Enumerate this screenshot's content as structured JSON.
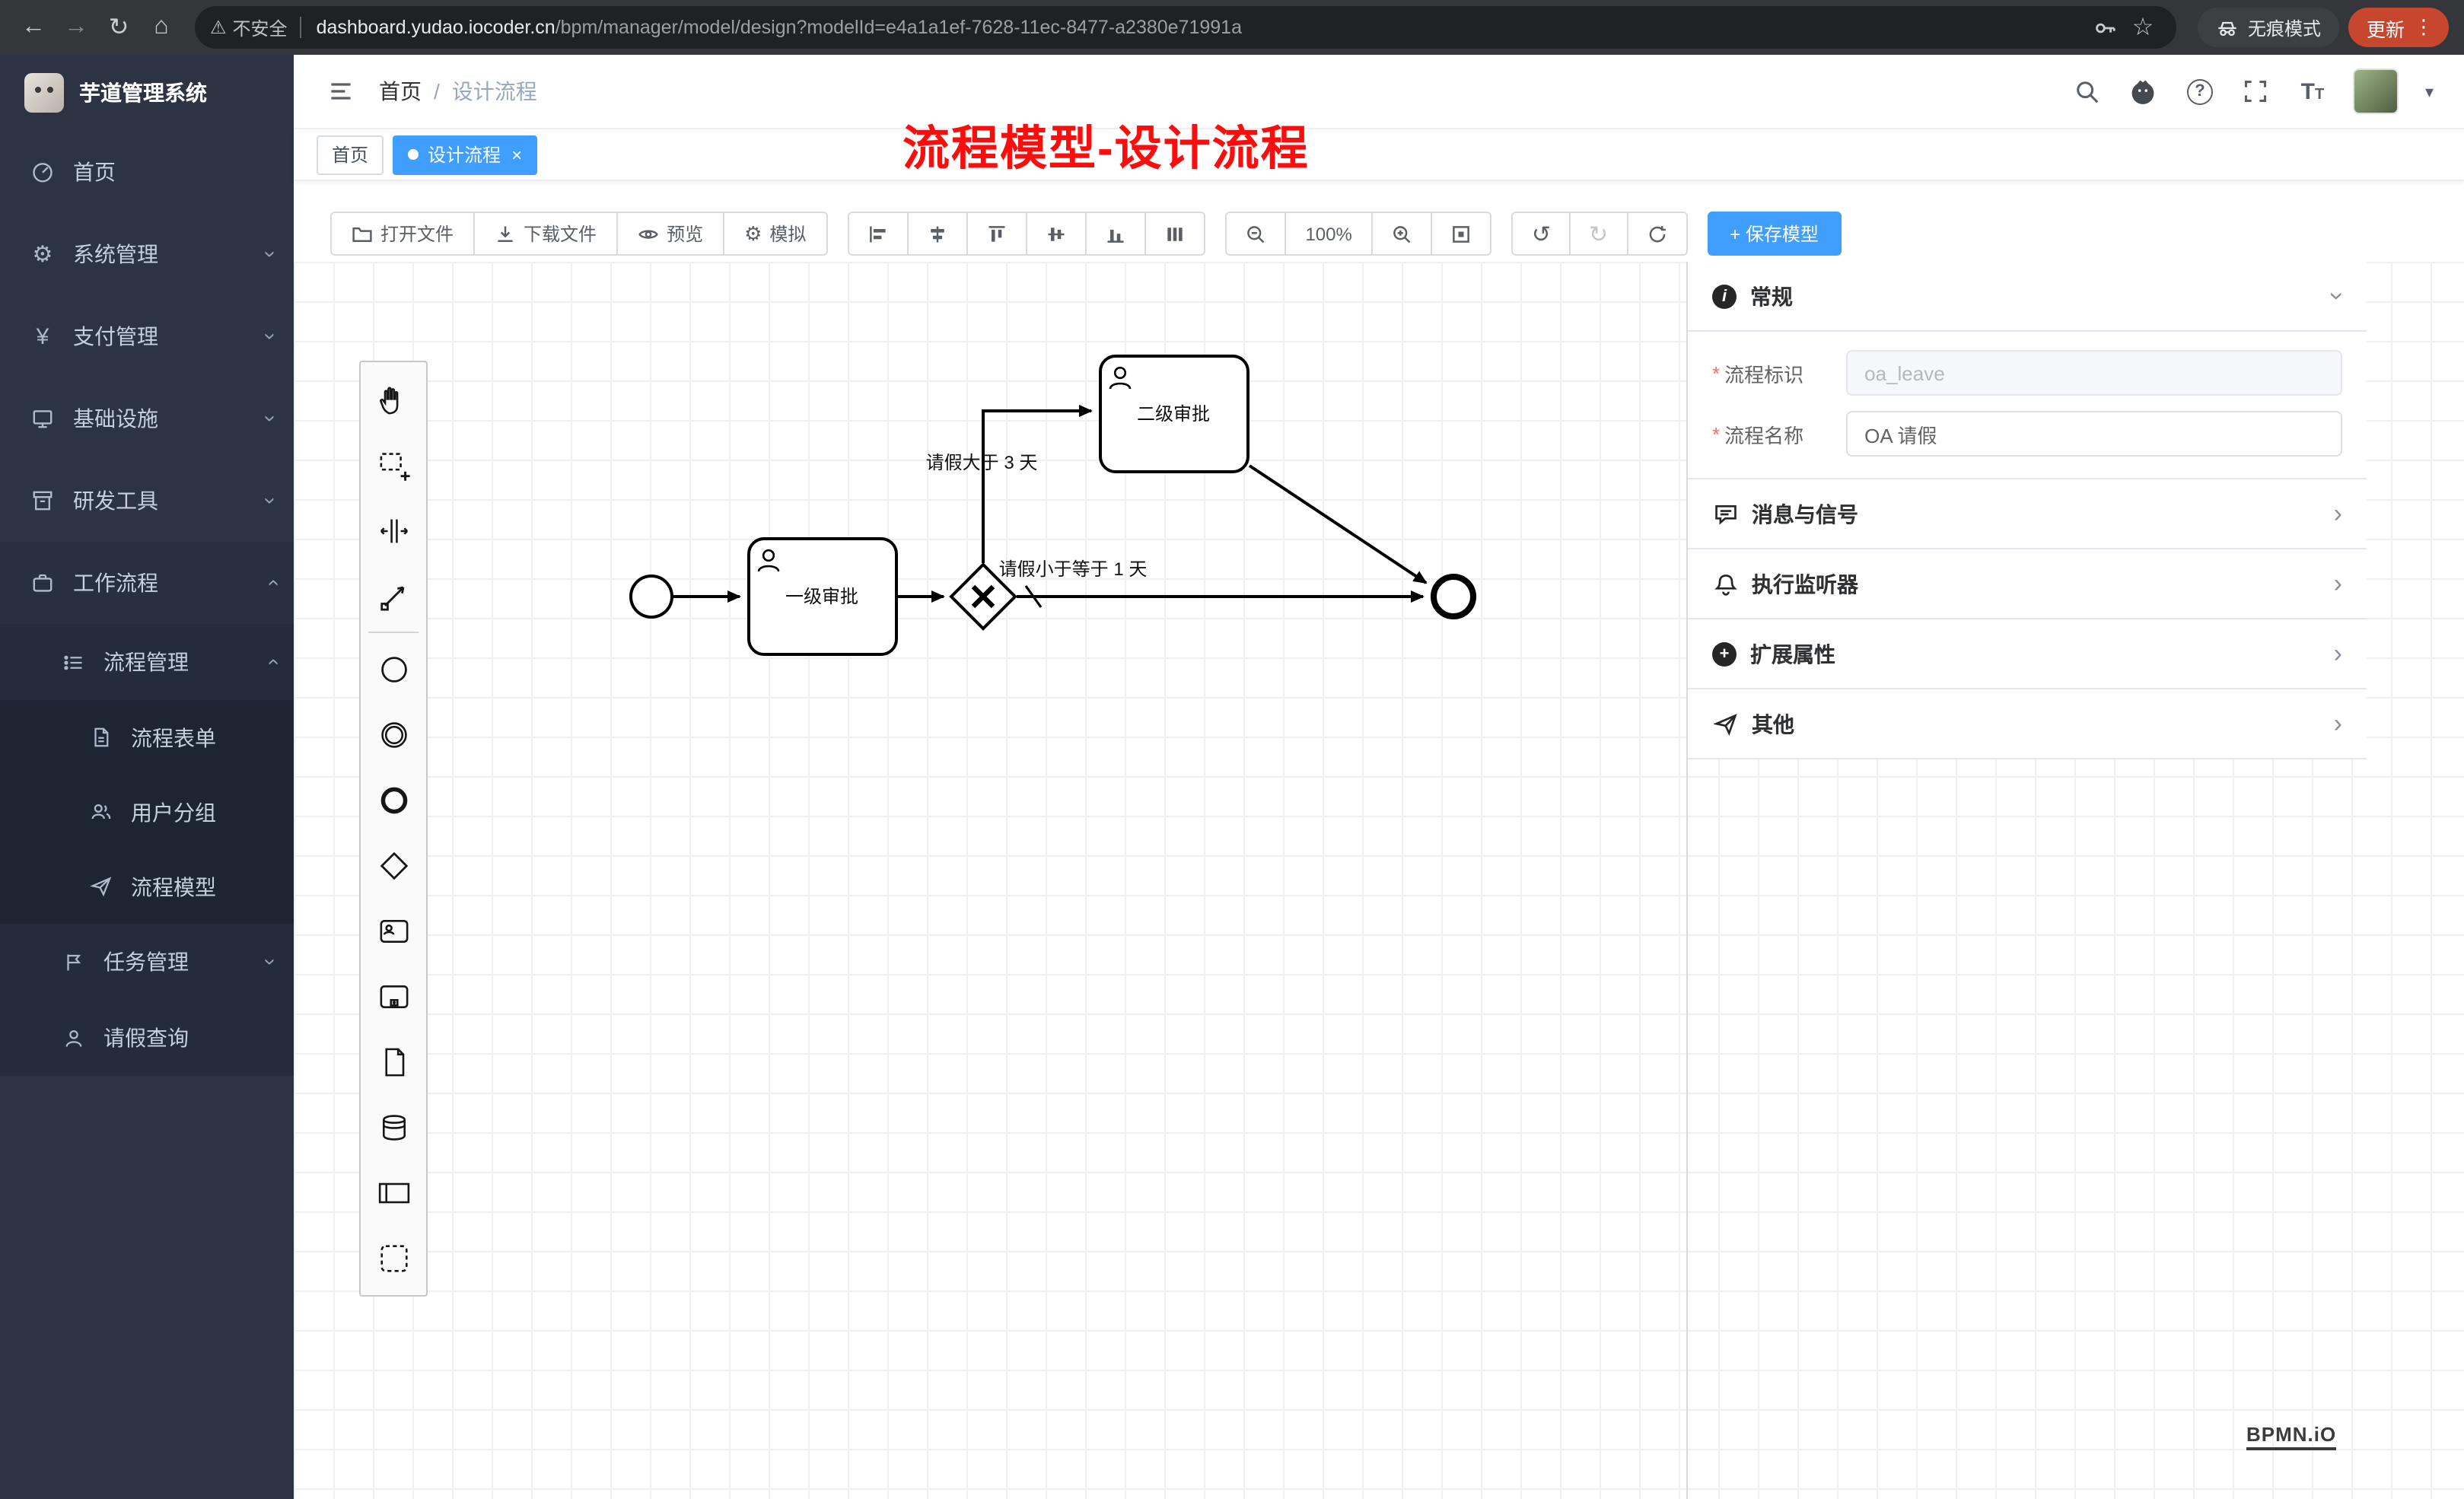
{
  "browser": {
    "security_label": "不安全",
    "url_domain": "dashboard.yudao.iocoder.cn",
    "url_path": "/bpm/manager/model/design?modelId=e4a1a1ef-7628-11ec-8477-a2380e71991a",
    "incognito_label": "无痕模式",
    "update_label": "更新"
  },
  "icons": {
    "back": "←",
    "forward": "→",
    "reload": "↻",
    "home": "⌂",
    "warning": "⚠",
    "star": "☆",
    "menu": "⋮",
    "caret": "▾",
    "gear": "⚙",
    "yen": "¥",
    "undo": "↺",
    "redo": "↻",
    "help": "?",
    "close": "×",
    "chevron_right": "›"
  },
  "sidebar": {
    "app_title": "芋道管理系统",
    "items": [
      {
        "label": "首页"
      },
      {
        "label": "系统管理"
      },
      {
        "label": "支付管理"
      },
      {
        "label": "基础设施"
      },
      {
        "label": "研发工具"
      },
      {
        "label": "工作流程"
      },
      {
        "label": "流程管理"
      },
      {
        "label": "流程表单"
      },
      {
        "label": "用户分组"
      },
      {
        "label": "流程模型"
      },
      {
        "label": "任务管理"
      },
      {
        "label": "请假查询"
      }
    ]
  },
  "header": {
    "breadcrumb_home": "首页",
    "breadcrumb_sep": "/",
    "breadcrumb_current": "设计流程"
  },
  "annotation": "流程模型-设计流程",
  "tabs": {
    "home": "首页",
    "active": "设计流程",
    "close": "×"
  },
  "toolbar": {
    "open": "打开文件",
    "download": "下载文件",
    "preview": "预览",
    "simulate": "模拟",
    "zoom_level": "100%",
    "save": "+ 保存模型"
  },
  "diagram": {
    "task1": "一级审批",
    "task2": "二级审批",
    "edge_gt": "请假大于 3 天",
    "edge_le": "请假小于等于 1 天"
  },
  "panel": {
    "sections": {
      "general": "常规",
      "message": "消息与信号",
      "listener": "执行监听器",
      "ext": "扩展属性",
      "other": "其他"
    },
    "fields": {
      "id_label": "流程标识",
      "id_value": "oa_leave",
      "name_label": "流程名称",
      "name_value": "OA 请假"
    }
  },
  "watermark": "BPMN.iO",
  "colors": {
    "accent": "#409eff",
    "update": "#c7472e",
    "annotation": "#fc0d0d"
  }
}
